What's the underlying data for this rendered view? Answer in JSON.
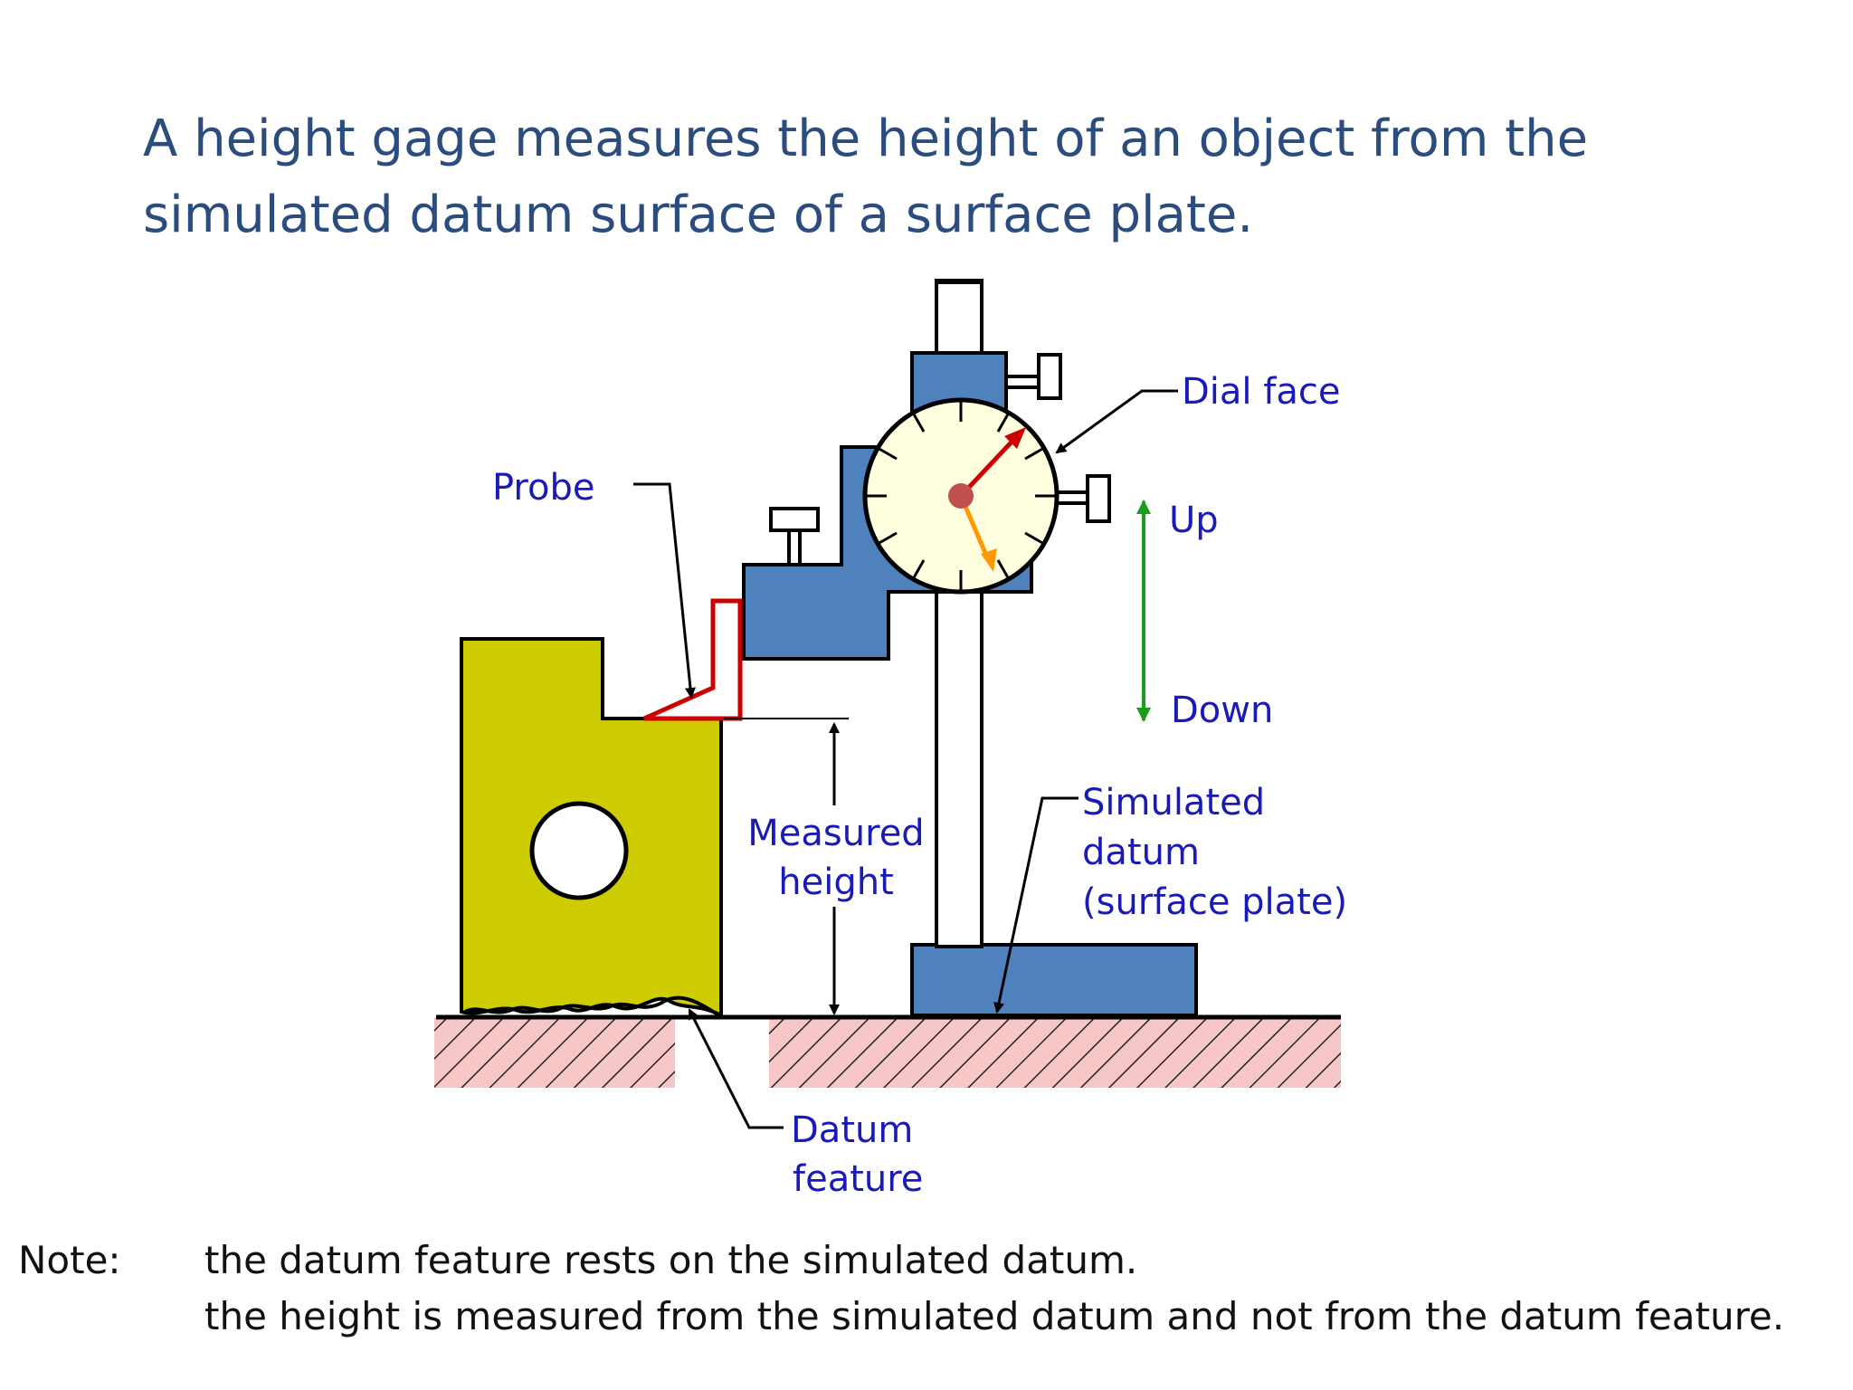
{
  "title": {
    "line1": "A height gage measures the height of an object from the",
    "line2": "simulated datum surface of a surface plate."
  },
  "labels": {
    "probe": "Probe",
    "dial_face": "Dial face",
    "up": "Up",
    "down": "Down",
    "measured_height_1": "Measured",
    "measured_height_2": "height",
    "simulated_datum_1": "Simulated",
    "simulated_datum_2": "datum",
    "simulated_datum_3": "(surface plate)",
    "datum_feature_1": "Datum",
    "datum_feature_2": "feature"
  },
  "note": {
    "heading": "Note:",
    "line1": "the datum feature rests on the simulated datum.",
    "line2": "the height is measured from the simulated datum and not from the datum feature."
  },
  "colors": {
    "title_text": "#2b4c7e",
    "label_text": "#1a1ab8",
    "part_fill": "#cccc00",
    "gage_fill": "#4f81bd",
    "dial_fill": "#ffffe0",
    "probe_stroke": "#cc0000",
    "needle_primary": "#cc0000",
    "needle_secondary": "#ff9900",
    "up_down_arrow": "#1a9e1a",
    "surface_plate_hatch_bg": "#f7c6c6"
  }
}
